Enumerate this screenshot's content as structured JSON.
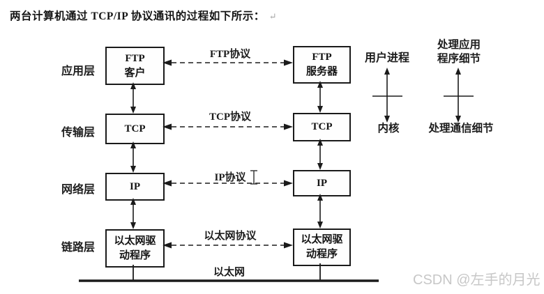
{
  "page": {
    "title": "两台计算机通过 TCP/IP 协议通讯的过程如下所示：",
    "paragraph_mark": "↵",
    "watermark": "CSDN @左手的月光"
  },
  "diagram": {
    "layer_labels": [
      "应用层",
      "传输层",
      "网络层",
      "链路层"
    ],
    "left_column": [
      "FTP\n客户",
      "TCP",
      "IP",
      "以太网驱\n动程序"
    ],
    "right_column": [
      "FTP\n服务器",
      "TCP",
      "IP",
      "以太网驱\n动程序"
    ],
    "protocol_labels": [
      "FTP协议",
      "TCP协议",
      "IP协议",
      "以太网协议"
    ],
    "annotations": {
      "user_process": "用户进程",
      "kernel": "内核",
      "app_details": "处理应用\n程序细节",
      "comm_details": "处理通信细节"
    },
    "ethernet_label": "以太网"
  }
}
